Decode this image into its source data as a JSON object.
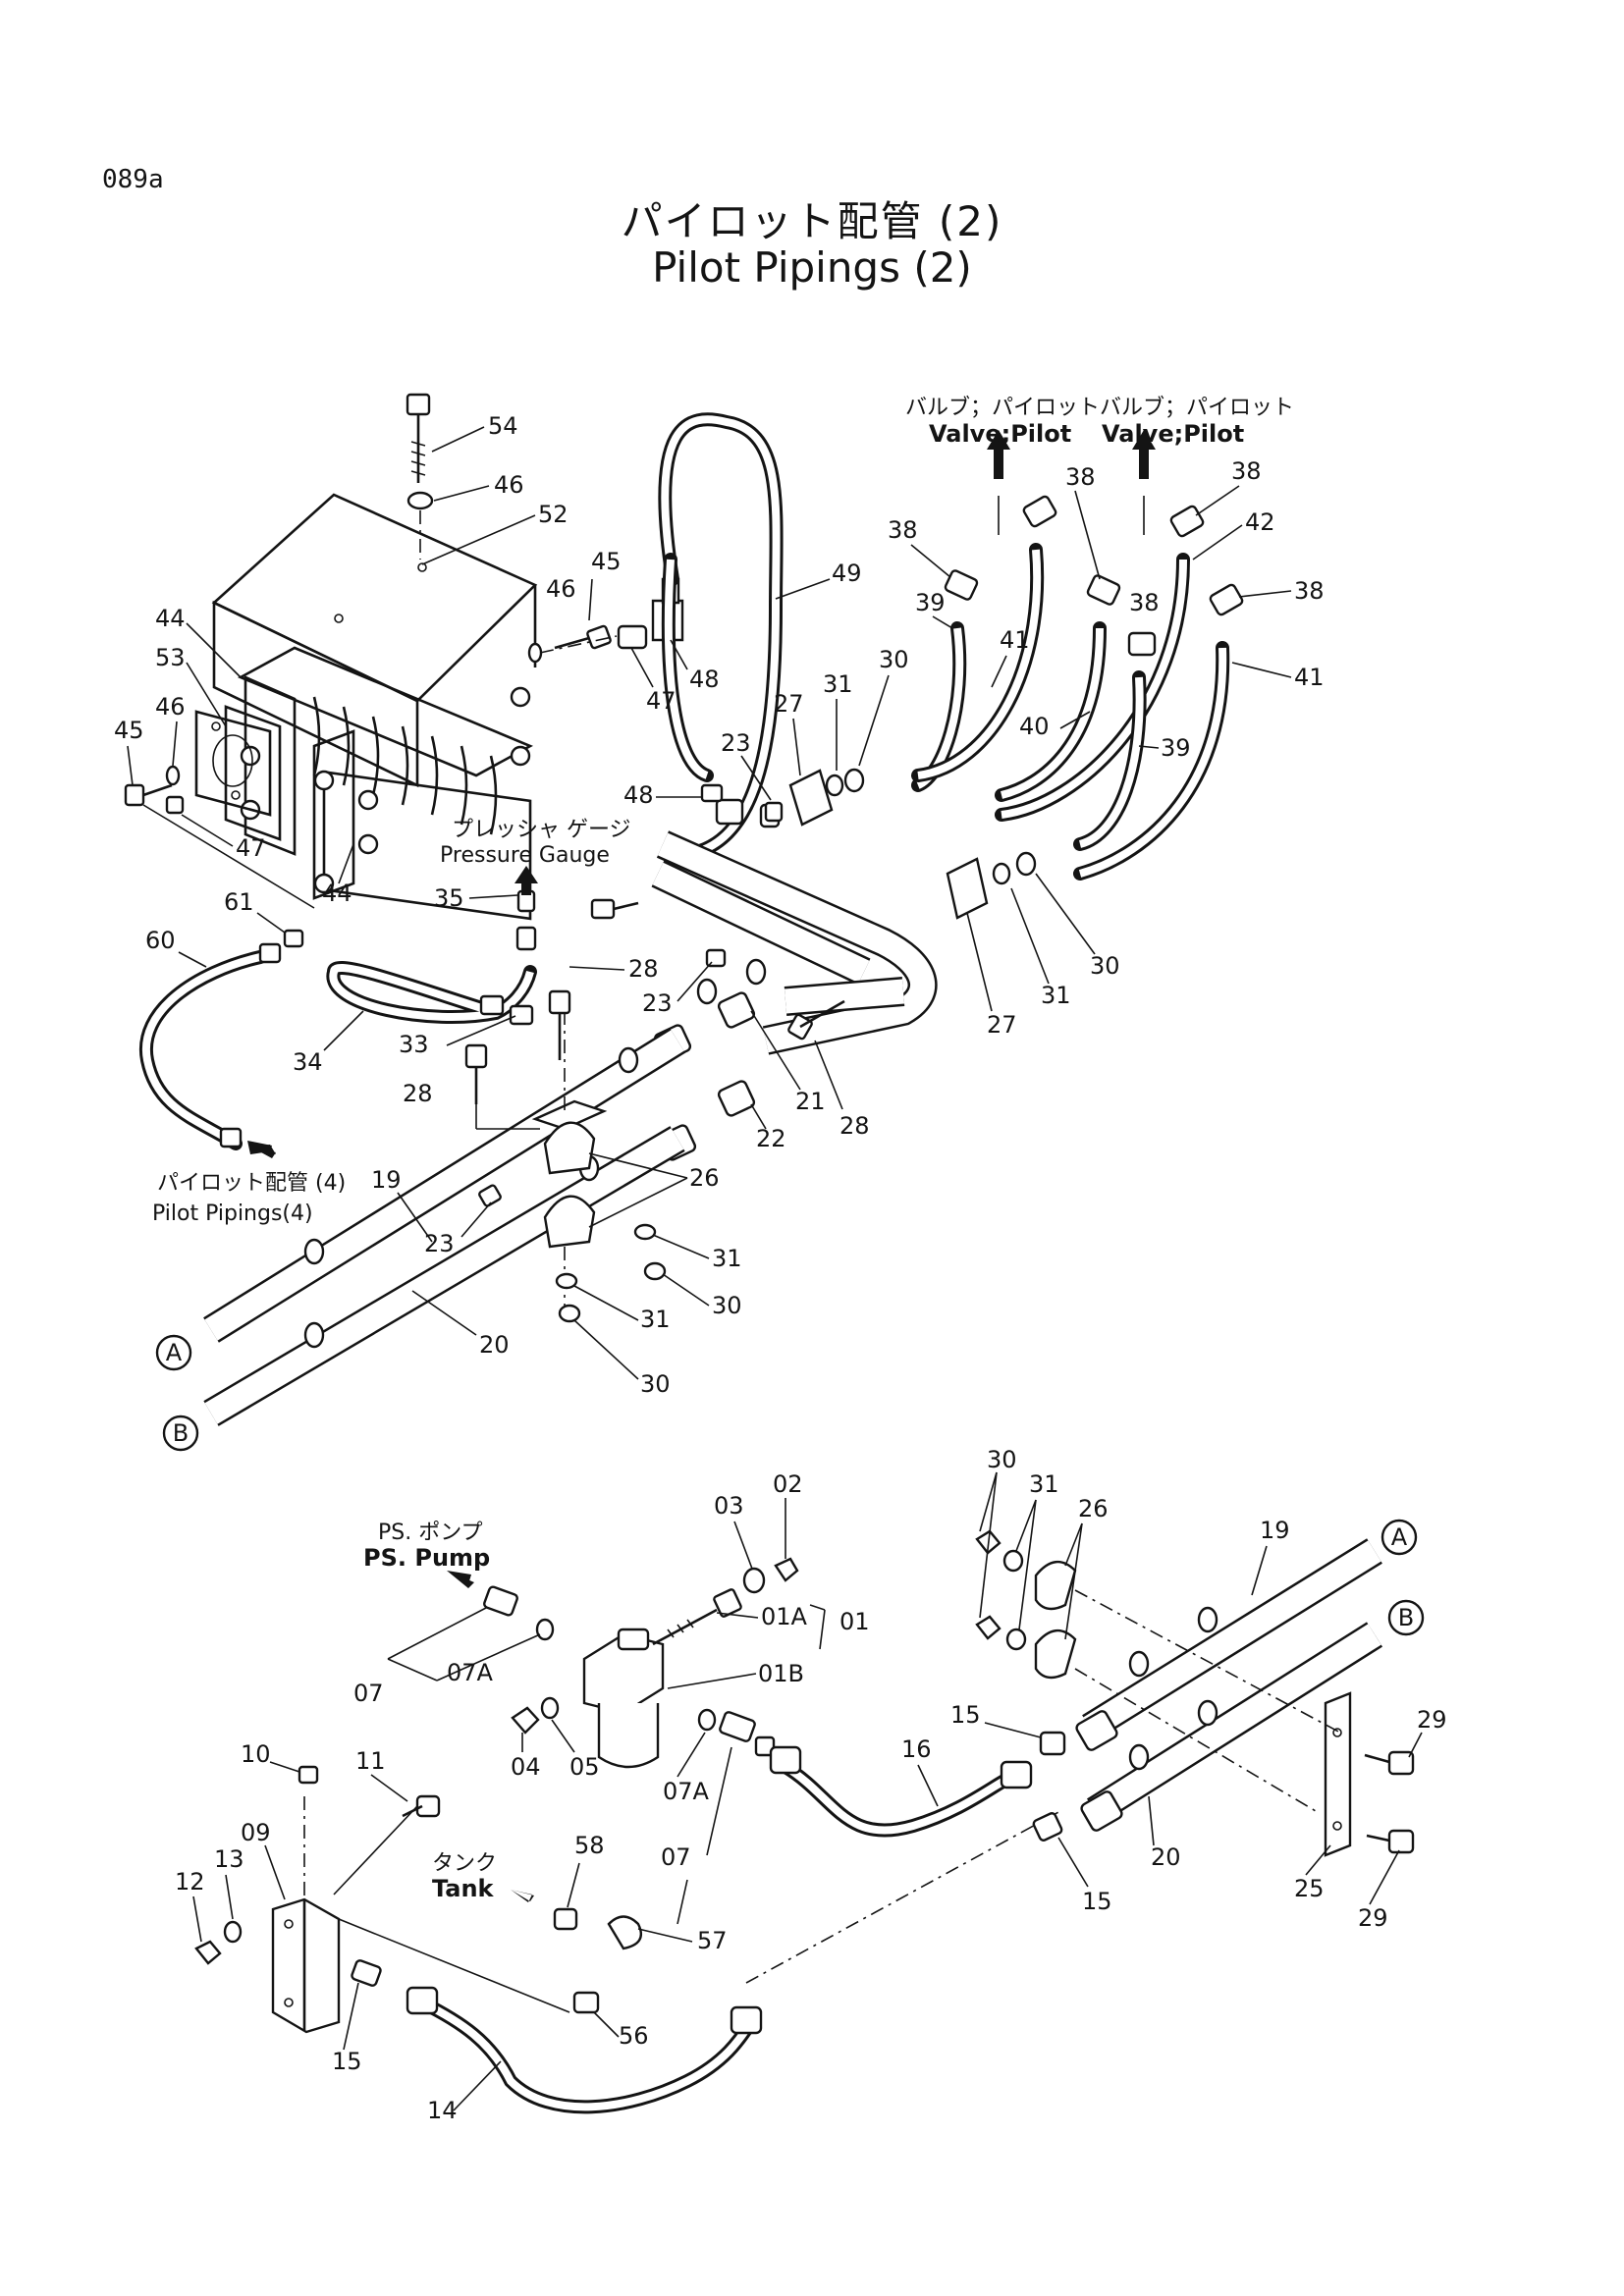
{
  "page_code": "089a",
  "title_jp": "パイロット配管 (2)",
  "title_en": "Pilot Pipings (2)",
  "destinations": {
    "valve_pilot_jp_1": "バルブ；パイロット",
    "valve_pilot_en_1": "Valve;Pilot",
    "valve_pilot_jp_2": "バルブ；パイロット",
    "valve_pilot_en_2": "Valve;Pilot",
    "pressure_gauge_jp": "プレッシャ ゲージ",
    "pressure_gauge_en": "Pressure Gauge",
    "pilot_pipings4_jp": "パイロット配管 (4)",
    "pilot_pipings4_en": "Pilot Pipings(4)",
    "ps_pump_jp": "PS. ポンプ",
    "ps_pump_en": "PS. Pump",
    "tank_jp": "タンク",
    "tank_en": "Tank"
  },
  "circle_markers": {
    "a": "A",
    "b": "B"
  },
  "callouts": [
    "54",
    "46",
    "52",
    "45",
    "46",
    "44",
    "53",
    "46",
    "45",
    "47",
    "44",
    "47",
    "48",
    "48",
    "49",
    "38",
    "38",
    "38",
    "38",
    "42",
    "38",
    "39",
    "41",
    "40",
    "39",
    "41",
    "23",
    "27",
    "31",
    "30",
    "35",
    "61",
    "60",
    "28",
    "23",
    "34",
    "33",
    "28",
    "21",
    "22",
    "28",
    "27",
    "31",
    "30",
    "19",
    "26",
    "23",
    "31",
    "30",
    "31",
    "30",
    "20",
    "30",
    "31",
    "26",
    "02",
    "03",
    "01A",
    "01",
    "01B",
    "07",
    "07A",
    "04",
    "05",
    "07A",
    "07",
    "19",
    "15",
    "16",
    "29",
    "29",
    "25",
    "20",
    "15",
    "10",
    "11",
    "09",
    "12",
    "13",
    "58",
    "57",
    "56",
    "15",
    "14"
  ]
}
